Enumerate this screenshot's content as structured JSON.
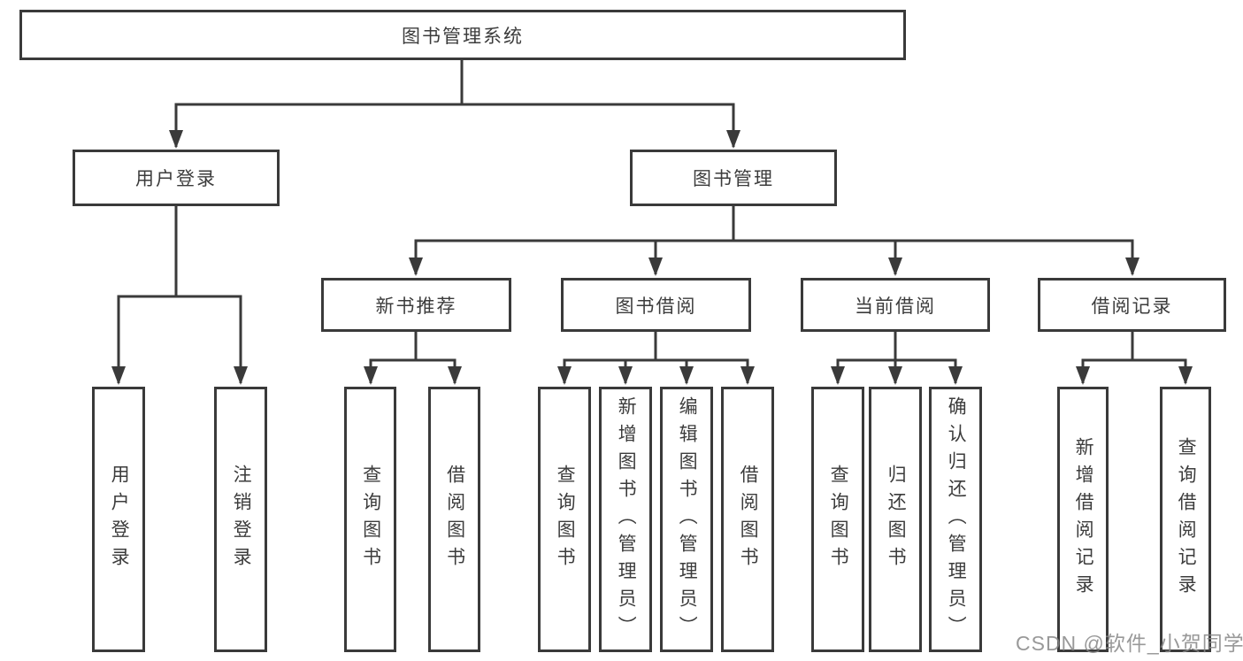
{
  "diagram": {
    "type": "hierarchy-tree",
    "colors": {
      "line": "#3a3a3a",
      "box_border": "#3a3a3a",
      "box_fill": "#ffffff",
      "text": "#3c3c3c",
      "background": "#ffffff",
      "watermark": "#878787"
    },
    "nodes": {
      "root": {
        "label": "图书管理系统"
      },
      "user_login": {
        "label": "用户登录",
        "children": {
          "login": {
            "label": "用户登录"
          },
          "logout": {
            "label": "注销登录"
          }
        }
      },
      "book_mgmt": {
        "label": "图书管理",
        "children": {
          "new_book_rec": {
            "label": "新书推荐",
            "children": {
              "query_books": {
                "label": "查询图书"
              },
              "borrow_books": {
                "label": "借阅图书"
              }
            }
          },
          "book_borrow": {
            "label": "图书借阅",
            "children": {
              "query_books": {
                "label": "查询图书"
              },
              "add_books": {
                "label": "新增图书（管理员）"
              },
              "edit_books": {
                "label": "编辑图书（管理员）"
              },
              "borrow_books": {
                "label": "借阅图书"
              }
            }
          },
          "current_borrow": {
            "label": "当前借阅",
            "children": {
              "query_books": {
                "label": "查询图书"
              },
              "return_books": {
                "label": "归还图书"
              },
              "confirm_return": {
                "label": "确认归还（管理员）"
              }
            }
          },
          "borrow_records": {
            "label": "借阅记录",
            "children": {
              "add_record": {
                "label": "新增借阅记录"
              },
              "query_record": {
                "label": "查询借阅记录"
              }
            }
          }
        }
      }
    }
  },
  "watermark": {
    "text": "CSDN @软件_小贺同学"
  }
}
